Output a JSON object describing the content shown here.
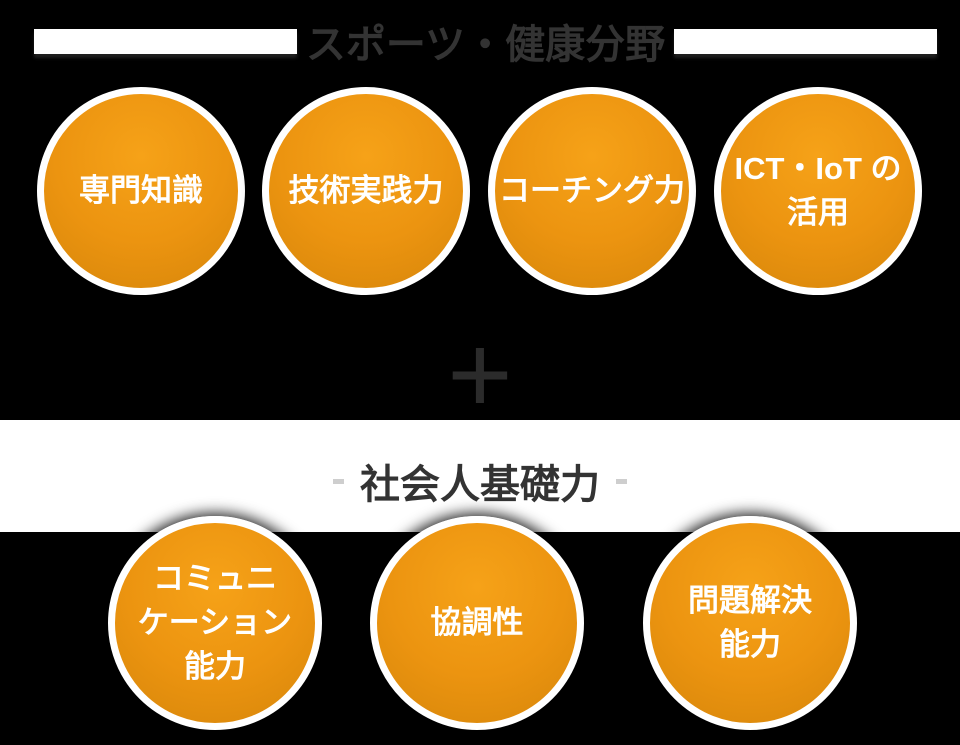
{
  "colors": {
    "background": "#000000",
    "band_background": "#ffffff",
    "circle_orange": "#ec9410",
    "circle_ring": "#ffffff",
    "circle_text": "#ffffff",
    "section_title_text": "#333333",
    "plus_symbol_color": "#2b2b2b",
    "title_bar_white": "#ffffff"
  },
  "top_section": {
    "title": "スポーツ・健康分野",
    "circles": [
      {
        "lines": [
          "専門知識"
        ]
      },
      {
        "lines": [
          "技術実践力"
        ]
      },
      {
        "lines": [
          "コーチング力"
        ]
      },
      {
        "lines": [
          "ICT・IoT の",
          "活用"
        ]
      }
    ]
  },
  "plus": {
    "symbol": "+"
  },
  "bottom_section": {
    "title": "社会人基礎力",
    "circles": [
      {
        "lines": [
          "コミュニ",
          "ケーション",
          "能力"
        ]
      },
      {
        "lines": [
          "協調性"
        ]
      },
      {
        "lines": [
          "問題解決",
          "能力"
        ]
      }
    ]
  }
}
